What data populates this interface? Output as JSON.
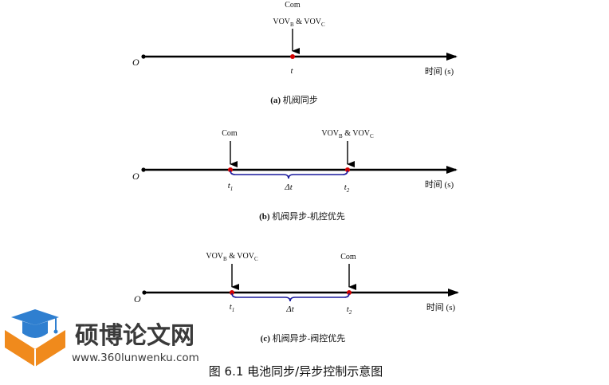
{
  "panels": [
    {
      "origin": "O",
      "axis_label": "时间 (s)",
      "caption_letter": "(a)",
      "caption_text": " 机阀同步",
      "top_line1": "Com",
      "top_line2_main": "VOV",
      "top_line2_sub_b": "B",
      "top_line2_mid": " & VOV",
      "top_line2_sub_c": "C",
      "t_label": "t"
    },
    {
      "origin": "O",
      "axis_label": "时间 (s)",
      "caption_letter": "(b)",
      "caption_text": " 机阀异步-机控优先",
      "left_event": "Com",
      "right_event_main": "VOV",
      "right_event_sub_b": "B",
      "right_event_mid": " & VOV",
      "right_event_sub_c": "C",
      "t1_main": "t",
      "t1_sub": "1",
      "t2_main": "t",
      "t2_sub": "2",
      "delta": "Δt"
    },
    {
      "origin": "O",
      "axis_label": "时间 (s)",
      "caption_letter": "(c)",
      "caption_text": " 机阀异步-阀控优先",
      "left_event_main": "VOV",
      "left_event_sub_b": "B",
      "left_event_mid": " & VOV",
      "left_event_sub_c": "C",
      "right_event": "Com",
      "t1_main": "t",
      "t1_sub": "1",
      "t2_main": "t",
      "t2_sub": "2",
      "delta": "Δt"
    }
  ],
  "figure_caption": "图 6.1  电池同步/异步控制示意图",
  "watermark": {
    "name": "硕博论文网",
    "url": "www.360lunwenku.com"
  },
  "colors": {
    "axis": "#000000",
    "event_dot": "#d40000",
    "brace": "#1a1a9e",
    "logo_blue": "#2f7fd0",
    "logo_orange": "#f08a1c"
  }
}
